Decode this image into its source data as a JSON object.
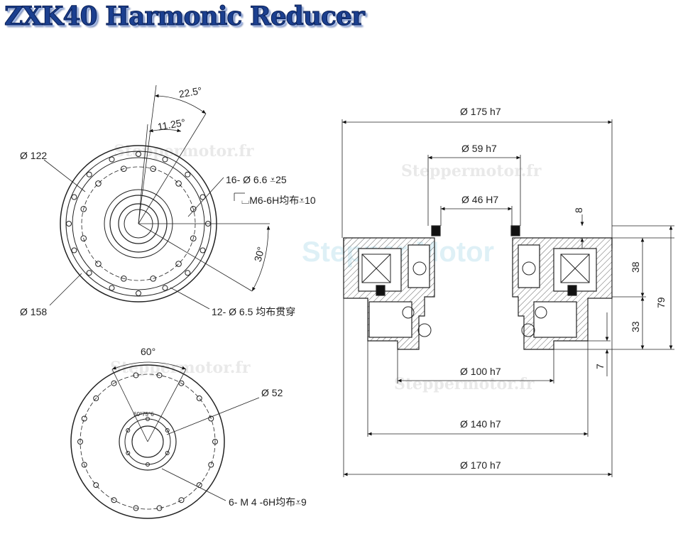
{
  "title": "ZXK40 Harmonic Reducer",
  "watermark": "Steppermotor.fr",
  "watermark_logo": "Stepper Motor",
  "front_view": {
    "angle_outer": "22.5°",
    "angle_inner": "11.25°",
    "dia_122": "Ø 122",
    "dia_158": "Ø 158",
    "holes_16": "16- Ø 6.6 ⩡25",
    "thread_m6": "⌴M6-6H均布⩡10",
    "angle_30": "30°",
    "holes_12": "12- Ø 6.5 均布贯穿"
  },
  "rear_view": {
    "angle_60": "60°",
    "dia_52": "Ø 52",
    "thread_m4": "6- M 4 -6H均布⩡9",
    "ring_text": "60°75°6"
  },
  "section_view": {
    "dia_175": "Ø 175 h7",
    "dia_59": "Ø 59 h7",
    "dia_46": "Ø 46 H7",
    "dim_8": "8",
    "dim_38": "38",
    "dim_79": "79",
    "dim_33": "33",
    "dim_7": "7",
    "dia_100": "Ø 100 h7",
    "dia_140": "Ø 140 h7",
    "dia_170": "Ø 170 h7"
  }
}
